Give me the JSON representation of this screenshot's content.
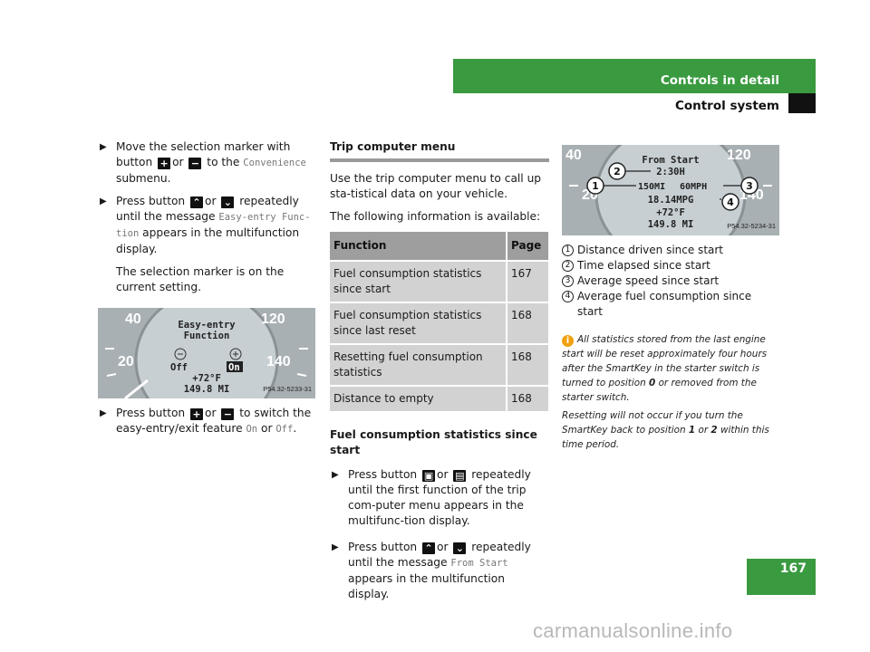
{
  "header": {
    "title": "Controls in detail",
    "subtitle": "Control system"
  },
  "footer": {
    "page_number": "167",
    "watermark": "carmanualsonline.info"
  },
  "col1": {
    "step1": {
      "a": "Move the selection marker with button",
      "or": "or",
      "b": "to the",
      "mono": "Convenience",
      "c": "submenu."
    },
    "step2": {
      "a": "Press button",
      "or": "or",
      "b": "repeatedly until the message",
      "mono": "Easy-entry Func-tion",
      "c": "appears in the multifunction display."
    },
    "para": "The selection marker is on the current setting.",
    "figure": {
      "line1": "Easy-entry",
      "line2": "Function",
      "off": "Off",
      "on": "On",
      "temp": "+72°F",
      "odo": "149.8 MI",
      "n40": "40",
      "n120": "120",
      "n20": "20",
      "n140": "140",
      "id": "P54.32-5233-31"
    },
    "step3": {
      "a": "Press button",
      "or": "or",
      "b": "to switch the easy-entry/exit feature",
      "on": "On",
      "or2": "or",
      "off": "Off",
      "end": "."
    }
  },
  "col2": {
    "heading": "Trip computer menu",
    "p1": "Use the trip computer menu to call up sta-tistical data on your vehicle.",
    "p2": "The following information is available:",
    "table": {
      "head_function": "Function",
      "head_page": "Page",
      "rows": [
        {
          "f": "Fuel consumption statistics since start",
          "p": "167"
        },
        {
          "f": "Fuel consumption statistics since last reset",
          "p": "168"
        },
        {
          "f": "Resetting fuel consumption statistics",
          "p": "168"
        },
        {
          "f": "Distance to empty",
          "p": "168"
        }
      ]
    },
    "subheading": "Fuel consumption statistics since start",
    "step1": {
      "a": "Press button",
      "or": "or",
      "b": "repeatedly until the first function of the trip com-puter menu appears in the multifunc-tion display."
    },
    "step2": {
      "a": "Press button",
      "or": "or",
      "b": "repeatedly until the message",
      "mono": "From Start",
      "c": "appears in the multifunction display."
    }
  },
  "col3": {
    "figure": {
      "title": "From Start",
      "time": "2:30H",
      "dist": "150MI",
      "speed": "60MPH",
      "mpg": "18.14MPG",
      "temp": "+72°F",
      "odo": "149.8 MI",
      "n40": "40",
      "n120": "120",
      "n20": "20",
      "n140": "140",
      "id": "P54.32-5234-31",
      "c1": "1",
      "c2": "2",
      "c3": "3",
      "c4": "4"
    },
    "legend": [
      {
        "n": "1",
        "t": "Distance driven since start"
      },
      {
        "n": "2",
        "t": "Time elapsed since start"
      },
      {
        "n": "3",
        "t": "Average speed since start"
      },
      {
        "n": "4",
        "t": "Average fuel consumption since start"
      }
    ],
    "note1": {
      "a": "All statistics stored from the last engine start will be reset approximately four hours after the SmartKey in the starter switch is turned to position",
      "b0": "0",
      "c": "or removed from the starter switch."
    },
    "note2": {
      "a": "Resetting will not occur if you turn the SmartKey back to position",
      "b1": "1",
      "or": "or",
      "b2": "2",
      "c": "within this time period."
    }
  }
}
